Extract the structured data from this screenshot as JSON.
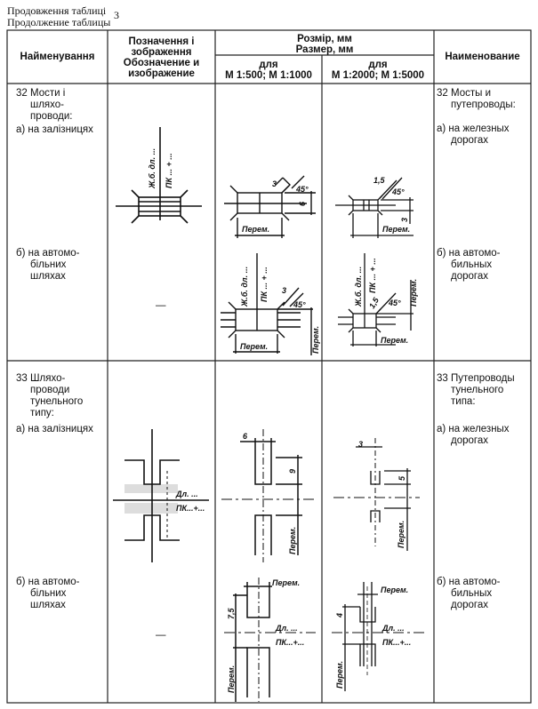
{
  "caption": {
    "line1": "Продовження таблиці",
    "line2": "Продолжение таблицы",
    "table_number": "3"
  },
  "header": {
    "col1": "Найменування",
    "col2_l1": "Позначення і",
    "col2_l2": "зображення",
    "col2_l3": "Обозначение и",
    "col2_l4": "изображение",
    "size_l1": "Розмір, мм",
    "size_l2": "Размер, мм",
    "sub1_l1": "для",
    "sub1_l2": "М 1:500; М 1:1000",
    "sub2_l1": "для",
    "sub2_l2": "М 1:2000; М 1:5000",
    "col5": "Наименование"
  },
  "rows": [
    {
      "ua_title": [
        "32 Мости і",
        "шляхо-",
        "проводи:"
      ],
      "ua_a": "а) на залізницях",
      "ua_b": [
        "б) на автомо-",
        "більних",
        "шляхах"
      ],
      "ru_title": [
        "32 Мосты и",
        "путепроводы:"
      ],
      "ru_a": [
        "а) на железных",
        "дорогах"
      ],
      "ru_b": [
        "б) на автомо-",
        "бильных",
        "дорогах"
      ],
      "symbol_b": "—"
    },
    {
      "ua_title": [
        "33 Шляхо-",
        "проводи",
        "тунельного",
        "типу:"
      ],
      "ua_a": "а) на залізницях",
      "ua_b": [
        "б) на автомо-",
        "більних",
        "шляхах"
      ],
      "ru_title": [
        "33 Путепроводы",
        "тунельного",
        "типа:"
      ],
      "ru_a": [
        "а) на железных",
        "дорогах"
      ],
      "ru_b": [
        "б) на автомо-",
        "бильных",
        "дорогах"
      ],
      "symbol_b": "—"
    }
  ],
  "labels": {
    "material": "Ж.б. дл. ...",
    "picket": "ПК ... + ...",
    "length": "Дл. ...",
    "picket_short": "ПК...+...",
    "variable": "Перем.",
    "angle": "45°",
    "d3": "3",
    "d6": "6",
    "d15": "1,5",
    "d9": "9",
    "d5": "5",
    "d75": "7,5",
    "d4": "4"
  }
}
